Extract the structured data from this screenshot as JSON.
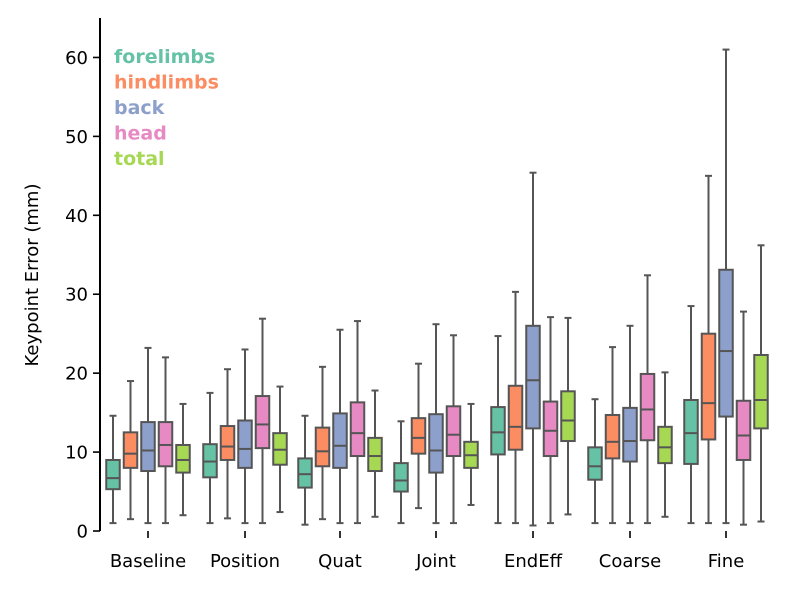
{
  "chart_data": {
    "type": "boxplot",
    "ylabel": "Keypoint Error (mm)",
    "xlabel": "",
    "ylim": [
      0,
      65
    ],
    "yticks": [
      0,
      10,
      20,
      30,
      40,
      50,
      60
    ],
    "grid": false,
    "legend_position": "top-left",
    "categories": [
      "Baseline",
      "Position",
      "Quat",
      "Joint",
      "EndEff",
      "Coarse",
      "Fine"
    ],
    "colors": {
      "forelimbs": "#66c2a5",
      "hindlimbs": "#fc8d62",
      "back": "#8da0cb",
      "head": "#e78ac3",
      "total": "#a6d854",
      "line": "#555555"
    },
    "series": [
      {
        "name": "forelimbs",
        "boxes": [
          {
            "whislo": 1.0,
            "q1": 5.3,
            "med": 6.7,
            "q3": 9.0,
            "whishi": 14.6
          },
          {
            "whislo": 1.0,
            "q1": 6.8,
            "med": 8.8,
            "q3": 11.0,
            "whishi": 17.5
          },
          {
            "whislo": 0.8,
            "q1": 5.5,
            "med": 7.2,
            "q3": 9.2,
            "whishi": 14.6
          },
          {
            "whislo": 1.0,
            "q1": 5.0,
            "med": 6.4,
            "q3": 8.6,
            "whishi": 13.9
          },
          {
            "whislo": 1.0,
            "q1": 9.7,
            "med": 12.5,
            "q3": 15.7,
            "whishi": 24.7
          },
          {
            "whislo": 1.0,
            "q1": 6.5,
            "med": 8.2,
            "q3": 10.6,
            "whishi": 16.7
          },
          {
            "whislo": 1.0,
            "q1": 8.5,
            "med": 12.4,
            "q3": 16.6,
            "whishi": 28.5
          }
        ]
      },
      {
        "name": "hindlimbs",
        "boxes": [
          {
            "whislo": 1.5,
            "q1": 8.0,
            "med": 9.8,
            "q3": 12.5,
            "whishi": 19.0
          },
          {
            "whislo": 1.6,
            "q1": 9.0,
            "med": 10.7,
            "q3": 13.3,
            "whishi": 20.5
          },
          {
            "whislo": 1.5,
            "q1": 8.2,
            "med": 10.1,
            "q3": 13.1,
            "whishi": 20.8
          },
          {
            "whislo": 2.9,
            "q1": 9.8,
            "med": 11.8,
            "q3": 14.3,
            "whishi": 21.2
          },
          {
            "whislo": 1.0,
            "q1": 10.3,
            "med": 13.2,
            "q3": 18.4,
            "whishi": 30.3
          },
          {
            "whislo": 1.0,
            "q1": 9.2,
            "med": 11.3,
            "q3": 14.7,
            "whishi": 23.3
          },
          {
            "whislo": 1.0,
            "q1": 11.6,
            "med": 16.2,
            "q3": 25.0,
            "whishi": 45.0
          }
        ]
      },
      {
        "name": "back",
        "boxes": [
          {
            "whislo": 1.0,
            "q1": 7.6,
            "med": 10.2,
            "q3": 13.8,
            "whishi": 23.2
          },
          {
            "whislo": 1.0,
            "q1": 8.0,
            "med": 10.4,
            "q3": 14.0,
            "whishi": 23.0
          },
          {
            "whislo": 1.0,
            "q1": 8.0,
            "med": 10.8,
            "q3": 14.9,
            "whishi": 25.5
          },
          {
            "whislo": 1.0,
            "q1": 7.4,
            "med": 10.2,
            "q3": 14.8,
            "whishi": 26.2
          },
          {
            "whislo": 0.7,
            "q1": 13.0,
            "med": 19.1,
            "q3": 26.0,
            "whishi": 45.4
          },
          {
            "whislo": 1.0,
            "q1": 8.8,
            "med": 11.4,
            "q3": 15.6,
            "whishi": 26.0
          },
          {
            "whislo": 1.0,
            "q1": 14.5,
            "med": 22.8,
            "q3": 33.1,
            "whishi": 61.0
          }
        ]
      },
      {
        "name": "head",
        "boxes": [
          {
            "whislo": 1.0,
            "q1": 8.2,
            "med": 10.9,
            "q3": 13.8,
            "whishi": 22.0
          },
          {
            "whislo": 1.0,
            "q1": 10.5,
            "med": 13.5,
            "q3": 17.1,
            "whishi": 26.9
          },
          {
            "whislo": 1.0,
            "q1": 9.5,
            "med": 12.4,
            "q3": 16.3,
            "whishi": 26.6
          },
          {
            "whislo": 1.0,
            "q1": 9.5,
            "med": 12.2,
            "q3": 15.8,
            "whishi": 24.8
          },
          {
            "whislo": 1.0,
            "q1": 9.5,
            "med": 12.7,
            "q3": 16.4,
            "whishi": 27.1
          },
          {
            "whislo": 1.0,
            "q1": 11.5,
            "med": 15.4,
            "q3": 19.9,
            "whishi": 32.4
          },
          {
            "whislo": 0.8,
            "q1": 9.0,
            "med": 12.1,
            "q3": 16.5,
            "whishi": 27.8
          }
        ]
      },
      {
        "name": "total",
        "boxes": [
          {
            "whislo": 2.0,
            "q1": 7.4,
            "med": 9.0,
            "q3": 10.9,
            "whishi": 16.1
          },
          {
            "whislo": 2.4,
            "q1": 8.4,
            "med": 10.3,
            "q3": 12.4,
            "whishi": 18.3
          },
          {
            "whislo": 1.8,
            "q1": 7.6,
            "med": 9.5,
            "q3": 11.8,
            "whishi": 17.8
          },
          {
            "whislo": 3.3,
            "q1": 8.0,
            "med": 9.6,
            "q3": 11.3,
            "whishi": 16.1
          },
          {
            "whislo": 2.1,
            "q1": 11.4,
            "med": 14.0,
            "q3": 17.7,
            "whishi": 27.0
          },
          {
            "whislo": 1.8,
            "q1": 8.6,
            "med": 10.6,
            "q3": 13.2,
            "whishi": 20.1
          },
          {
            "whislo": 1.2,
            "q1": 13.0,
            "med": 16.6,
            "q3": 22.3,
            "whishi": 36.2
          }
        ]
      }
    ]
  }
}
